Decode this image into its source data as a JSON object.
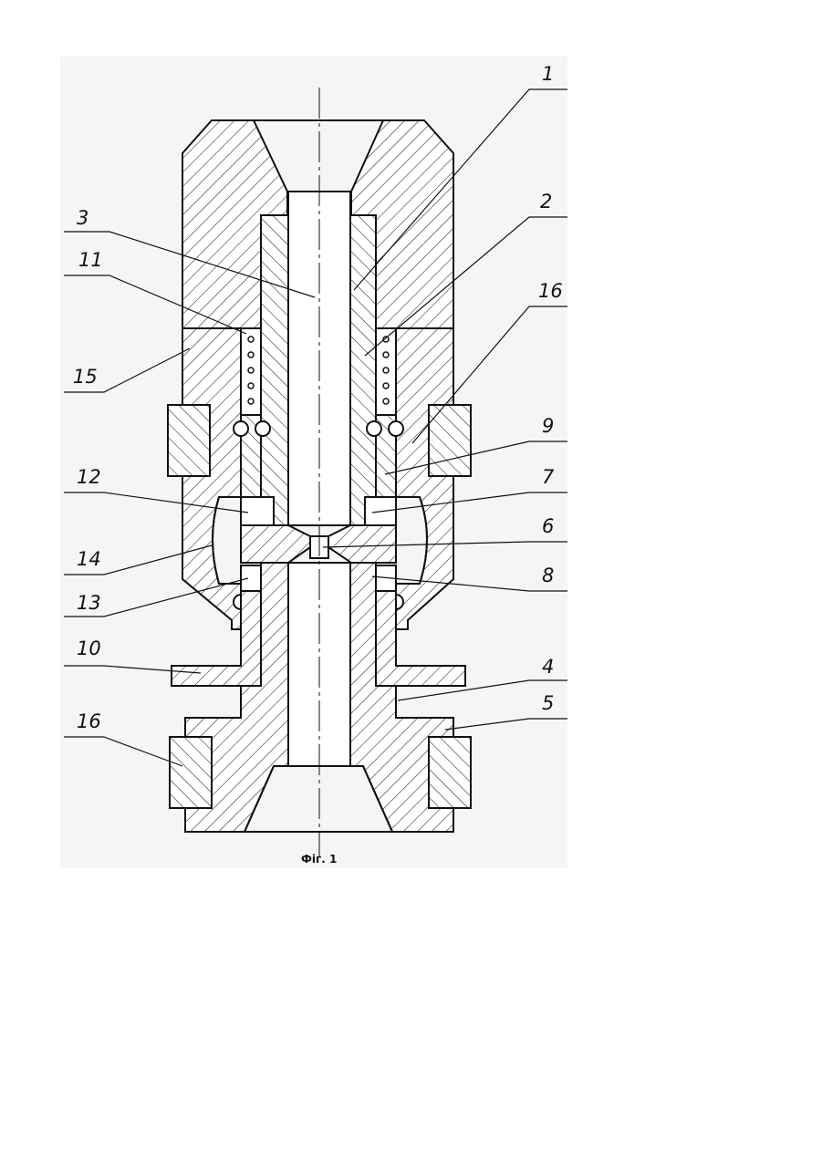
{
  "figure": {
    "caption": "Фіг. 1",
    "labels_left": [
      "3",
      "11",
      "15",
      "12",
      "14",
      "13",
      "10",
      "16"
    ],
    "labels_right": [
      "1",
      "2",
      "16",
      "9",
      "7",
      "6",
      "8",
      "4",
      "5"
    ]
  },
  "colors": {
    "ink": "#111111",
    "paper": "#ffffff",
    "frame": "#f5f5f5"
  }
}
